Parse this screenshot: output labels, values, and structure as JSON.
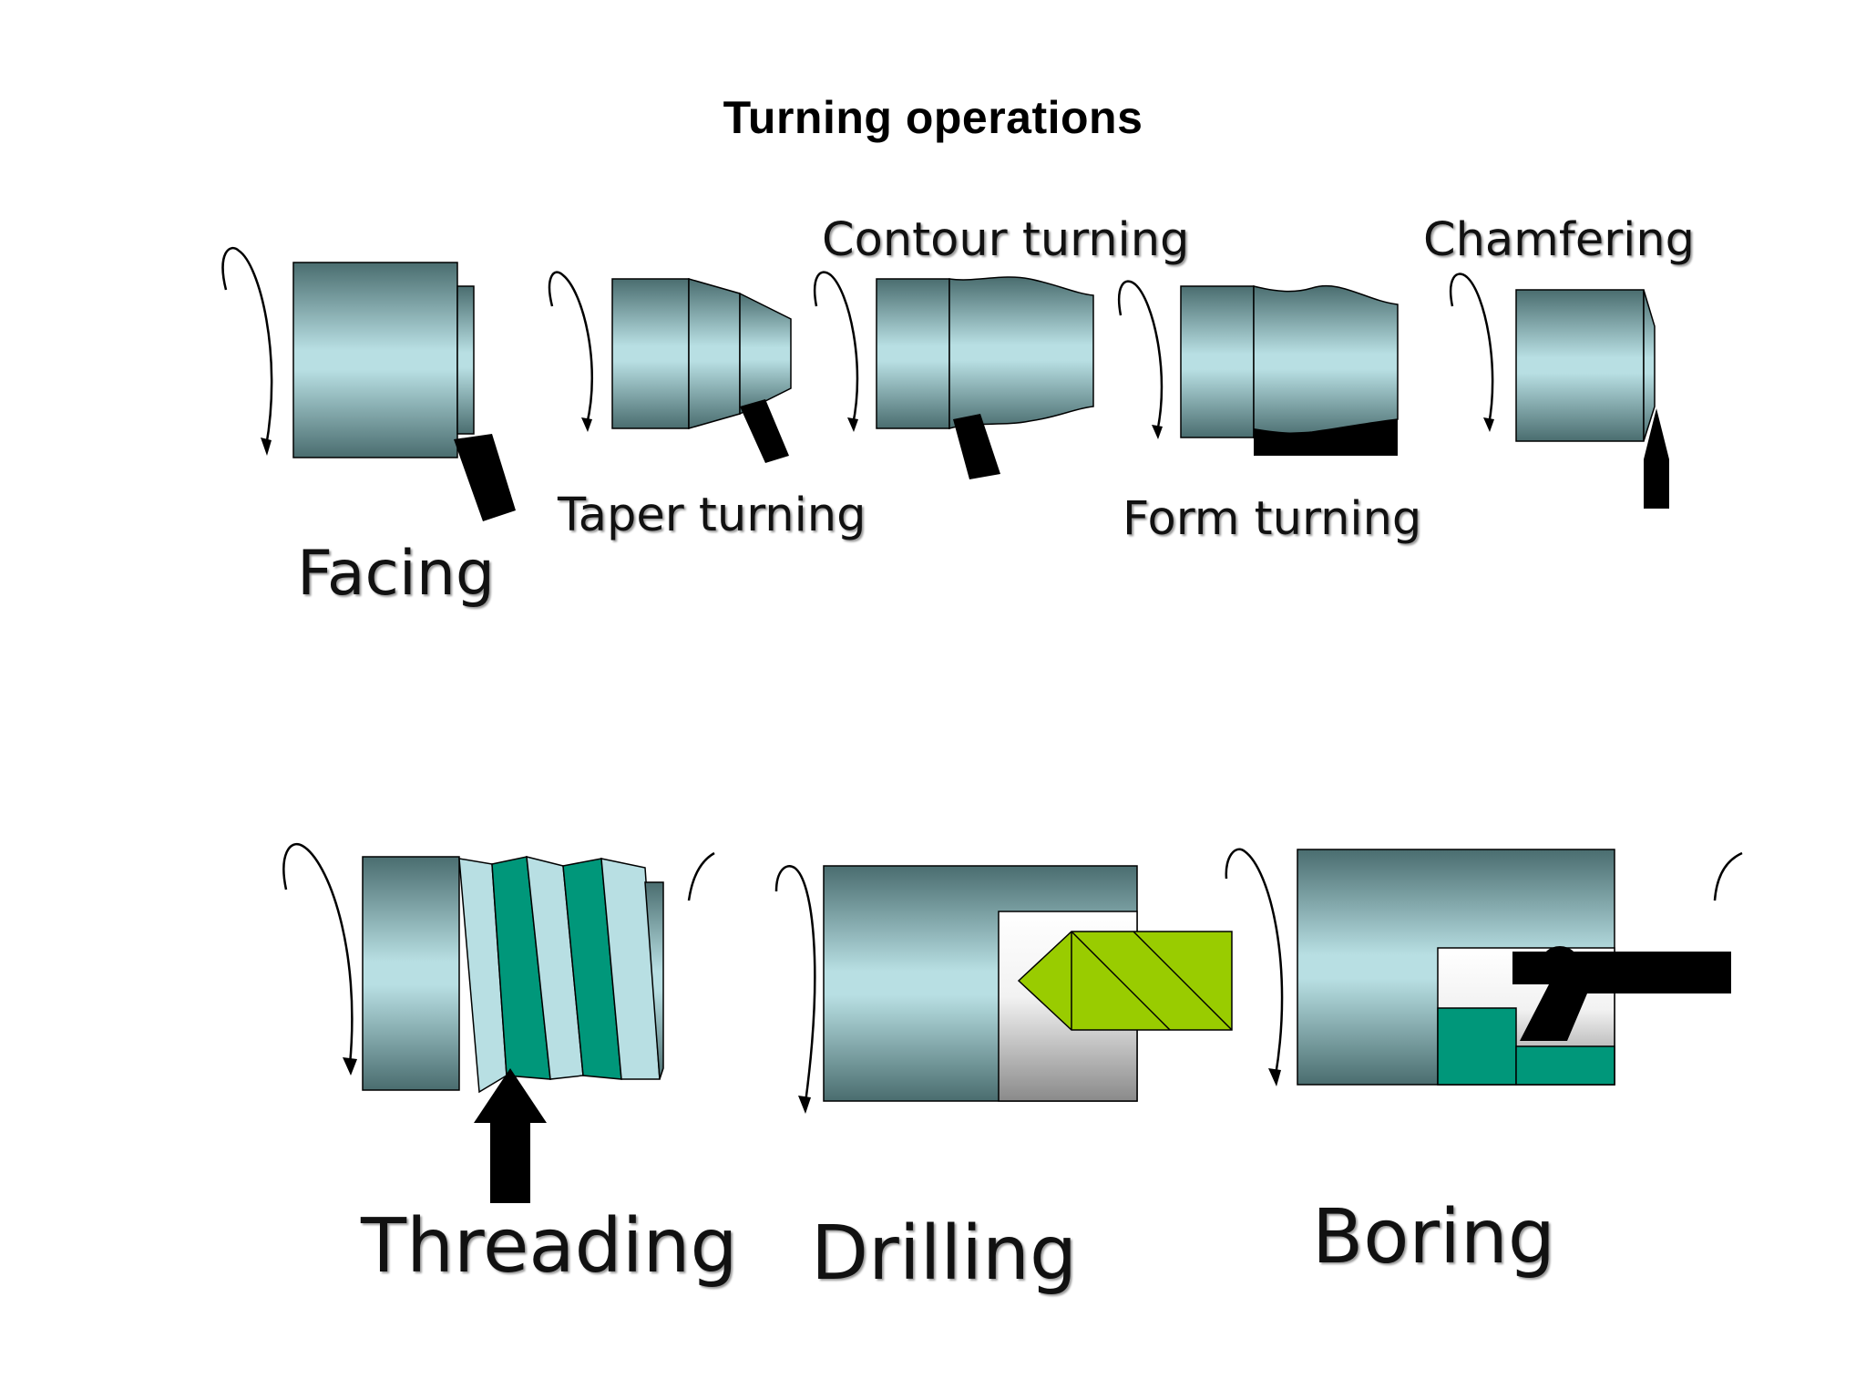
{
  "title": "Turning operations",
  "labels": {
    "facing": "Facing",
    "taper_turning": "Taper turning",
    "contour_turning": "Contour turning",
    "form_turning": "Form turning",
    "chamfering": "Chamfering",
    "threading": "Threading",
    "drilling": "Drilling",
    "boring": "Boring"
  },
  "colors": {
    "workpiece_light": "#b8dfe3",
    "workpiece_dark": "#4a6d6f",
    "tool": "#000000",
    "thread_green": "#00977a",
    "drill_green": "#99cc00",
    "background": "#ffffff"
  }
}
